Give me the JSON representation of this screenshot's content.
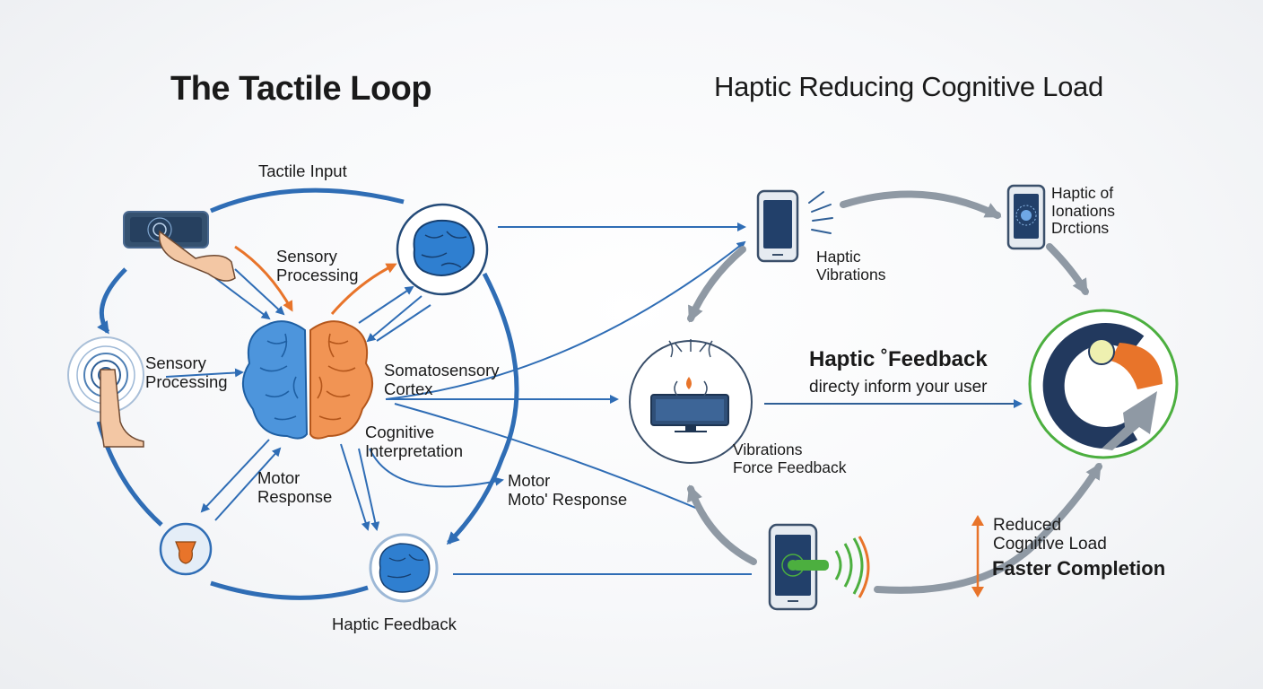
{
  "left": {
    "title": "The Tactile Loop",
    "tactile_input": "Tactile Input",
    "sensory_processing_top": "Sensory\nProcessing",
    "sensory_processing_left": "Sensory\nProcessing",
    "somatosensory_cortex": "Somatosensory\nCortex",
    "cognitive_interpretation": "Cognitive\nInterpretation",
    "motor_response_left": "Motor\nResponse",
    "motor_response_right": "Motor\nMoto' Response",
    "haptic_feedback": "Haptic Feedback"
  },
  "right": {
    "title": "Haptic Reducing Cognitive Load",
    "haptic_vibrations": "Haptic\nVibrations",
    "haptic_notifications": "Haptic of\nIonations\nDrctions",
    "haptic_feedback_heading": "Haptic ˚Feedback",
    "haptic_feedback_sub": "directy inform your user",
    "vibrations_force": "Vibrations\nForce Feedback",
    "reduced_load": "Reduced\nCognitive Load",
    "faster_completion": "Faster Completion"
  },
  "colors": {
    "blue": "#2f6db5",
    "orange": "#e8742a",
    "gray": "#8f99a4",
    "green": "#4caf3f",
    "navy": "#233a5a"
  },
  "icons": [
    "phone-touch-icon",
    "hand-icon",
    "brain-icon",
    "brain-left-hemisphere-icon",
    "brain-right-hemisphere-icon",
    "touch-ripple-icon",
    "motor-icon",
    "brain-circle-icon",
    "phone-icon",
    "vibration-lines-icon",
    "monitor-icon",
    "cycle-icon",
    "phone-vibrate-icon",
    "double-arrow-icon"
  ]
}
